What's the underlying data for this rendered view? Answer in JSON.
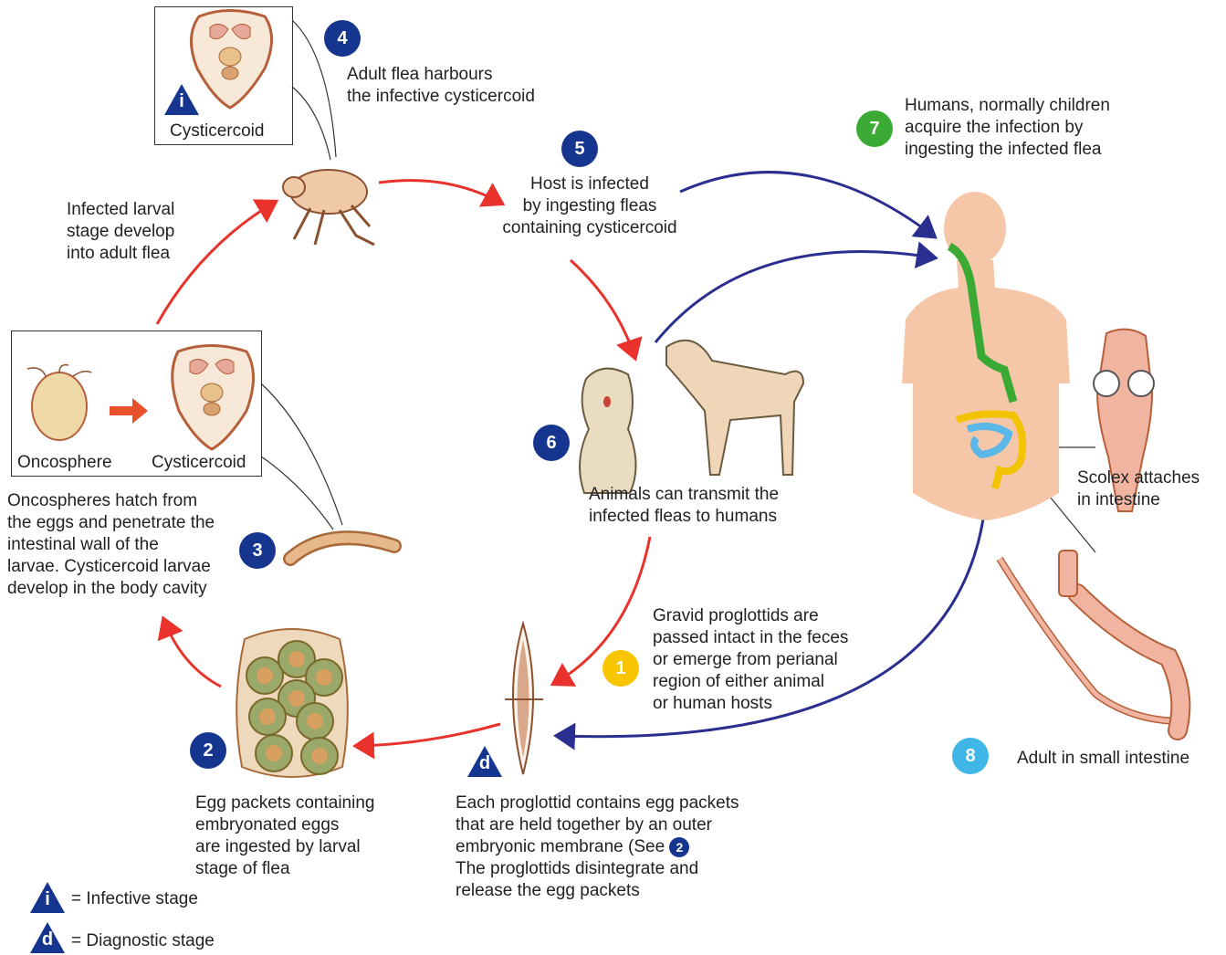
{
  "steps": {
    "s1": {
      "num": "1",
      "text": "Gravid proglottids are\npassed intact in the feces\nor emerge from perianal\nregion of either animal\nor human hosts"
    },
    "s2": {
      "num": "2",
      "text": "Egg packets containing\nembryonated eggs\nare ingested by larval\nstage of flea"
    },
    "s3": {
      "num": "3",
      "text": "Oncospheres hatch from\nthe eggs and penetrate the\nintestinal wall of the\nlarvae. Cysticercoid larvae\ndevelop in the body cavity"
    },
    "s4": {
      "num": "4",
      "text": "Adult flea harbours\nthe infective cysticercoid"
    },
    "s5": {
      "num": "5",
      "text": "Host is infected\nby ingesting fleas\ncontaining cysticercoid"
    },
    "s6": {
      "num": "6",
      "text": "Animals can transmit the\ninfected fleas to humans"
    },
    "s7": {
      "num": "7",
      "text": "Humans, normally children\nacquire the infection by\ningesting the infected flea"
    },
    "s8": {
      "num": "8",
      "text": "Adult in small intestine"
    }
  },
  "labels": {
    "larval_to_flea": "Infected larval\nstage develop\ninto adult flea",
    "cysticercoid_top": "Cysticercoid",
    "oncosphere": "Oncosphere",
    "cysticercoid_left": "Cysticercoid",
    "scolex": "Scolex attaches\nin intestine",
    "proglottid_line1": "Each proglottid contains egg packets",
    "proglottid_line2": "that are held together by an outer",
    "proglottid_line3a": "embryonic membrane (See",
    "proglottid_ref": "2",
    "proglottid_line4": "The proglottids disintegrate and",
    "proglottid_line5": "release the egg packets"
  },
  "legend": {
    "infective_symbol": "i",
    "infective": "= Infective stage",
    "diagnostic_symbol": "d",
    "diagnostic": "= Diagnostic stage"
  },
  "colors": {
    "red_arrow": "#e8322b",
    "blue_arrow": "#2a2f8f",
    "badge_navy": "#16358f",
    "badge_green": "#3aaa35",
    "badge_yellow": "#f7c600",
    "badge_sky": "#3fb6e6",
    "skin": "#f5c7a8"
  }
}
